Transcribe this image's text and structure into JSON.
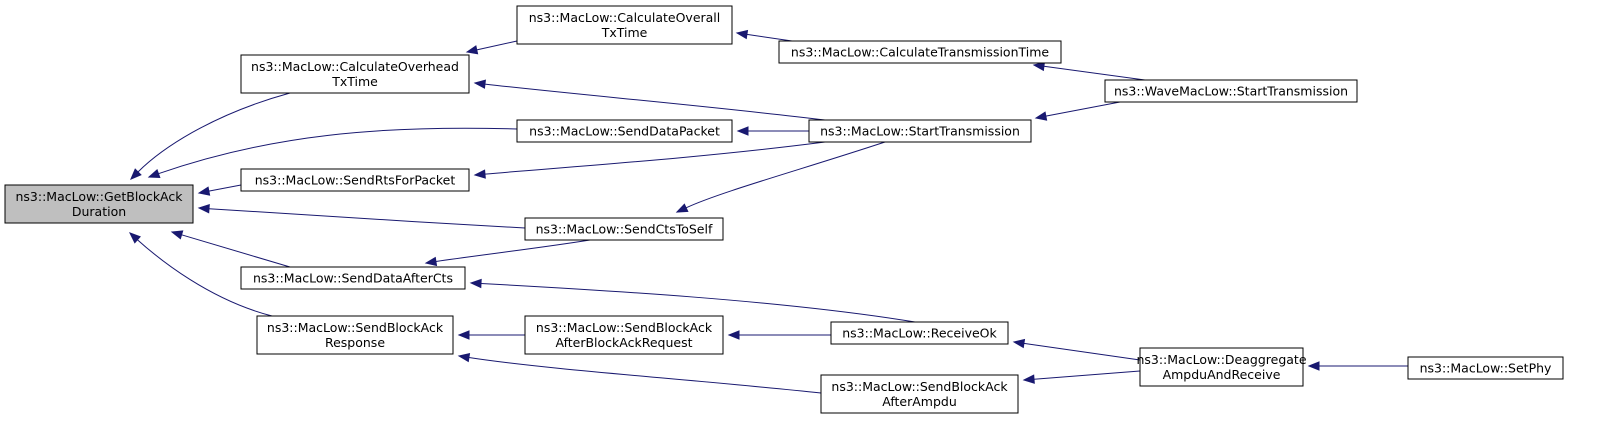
{
  "nodes": {
    "getblockack": {
      "lines": [
        "ns3::MacLow::GetBlockAck",
        "Duration"
      ],
      "root": true
    },
    "calcoverhead": {
      "lines": [
        "ns3::MacLow::CalculateOverhead",
        "TxTime"
      ]
    },
    "calcoverall": {
      "lines": [
        "ns3::MacLow::CalculateOverall",
        "TxTime"
      ]
    },
    "calctrans": {
      "lines": [
        "ns3::MacLow::CalculateTransmissionTime"
      ]
    },
    "wavestart": {
      "lines": [
        "ns3::WaveMacLow::StartTransmission"
      ]
    },
    "senddatapkt": {
      "lines": [
        "ns3::MacLow::SendDataPacket"
      ]
    },
    "starttrans": {
      "lines": [
        "ns3::MacLow::StartTransmission"
      ]
    },
    "sendrts": {
      "lines": [
        "ns3::MacLow::SendRtsForPacket"
      ]
    },
    "sendcts": {
      "lines": [
        "ns3::MacLow::SendCtsToSelf"
      ]
    },
    "senddataafter": {
      "lines": [
        "ns3::MacLow::SendDataAfterCts"
      ]
    },
    "receiveok": {
      "lines": [
        "ns3::MacLow::ReceiveOk"
      ]
    },
    "sendbaresp": {
      "lines": [
        "ns3::MacLow::SendBlockAck",
        "Response"
      ]
    },
    "sendbaafterreq": {
      "lines": [
        "ns3::MacLow::SendBlockAck",
        "AfterBlockAckRequest"
      ]
    },
    "sendbaafterampdu": {
      "lines": [
        "ns3::MacLow::SendBlockAck",
        "AfterAmpdu"
      ]
    },
    "deaggregate": {
      "lines": [
        "ns3::MacLow::Deaggregate",
        "AmpduAndReceive"
      ]
    },
    "setphy": {
      "lines": [
        "ns3::MacLow::SetPhy"
      ]
    }
  },
  "edges": [
    {
      "from": "calcoverhead",
      "to": "getblockack"
    },
    {
      "from": "senddatapkt",
      "to": "getblockack"
    },
    {
      "from": "sendrts",
      "to": "getblockack"
    },
    {
      "from": "sendcts",
      "to": "getblockack"
    },
    {
      "from": "senddataafter",
      "to": "getblockack"
    },
    {
      "from": "sendbaresp",
      "to": "getblockack"
    },
    {
      "from": "calcoverall",
      "to": "calcoverhead"
    },
    {
      "from": "starttrans",
      "to": "calcoverhead"
    },
    {
      "from": "calctrans",
      "to": "calcoverall"
    },
    {
      "from": "wavestart",
      "to": "calctrans"
    },
    {
      "from": "starttrans",
      "to": "senddatapkt"
    },
    {
      "from": "wavestart",
      "to": "starttrans"
    },
    {
      "from": "starttrans",
      "to": "sendrts"
    },
    {
      "from": "starttrans",
      "to": "sendcts"
    },
    {
      "from": "sendcts",
      "to": "senddataafter"
    },
    {
      "from": "receiveok",
      "to": "senddataafter"
    },
    {
      "from": "sendbaafterreq",
      "to": "sendbaresp"
    },
    {
      "from": "sendbaafterampdu",
      "to": "sendbaresp"
    },
    {
      "from": "receiveok",
      "to": "sendbaafterreq"
    },
    {
      "from": "deaggregate",
      "to": "receiveok"
    },
    {
      "from": "deaggregate",
      "to": "sendbaafterampdu"
    },
    {
      "from": "setphy",
      "to": "deaggregate"
    }
  ]
}
